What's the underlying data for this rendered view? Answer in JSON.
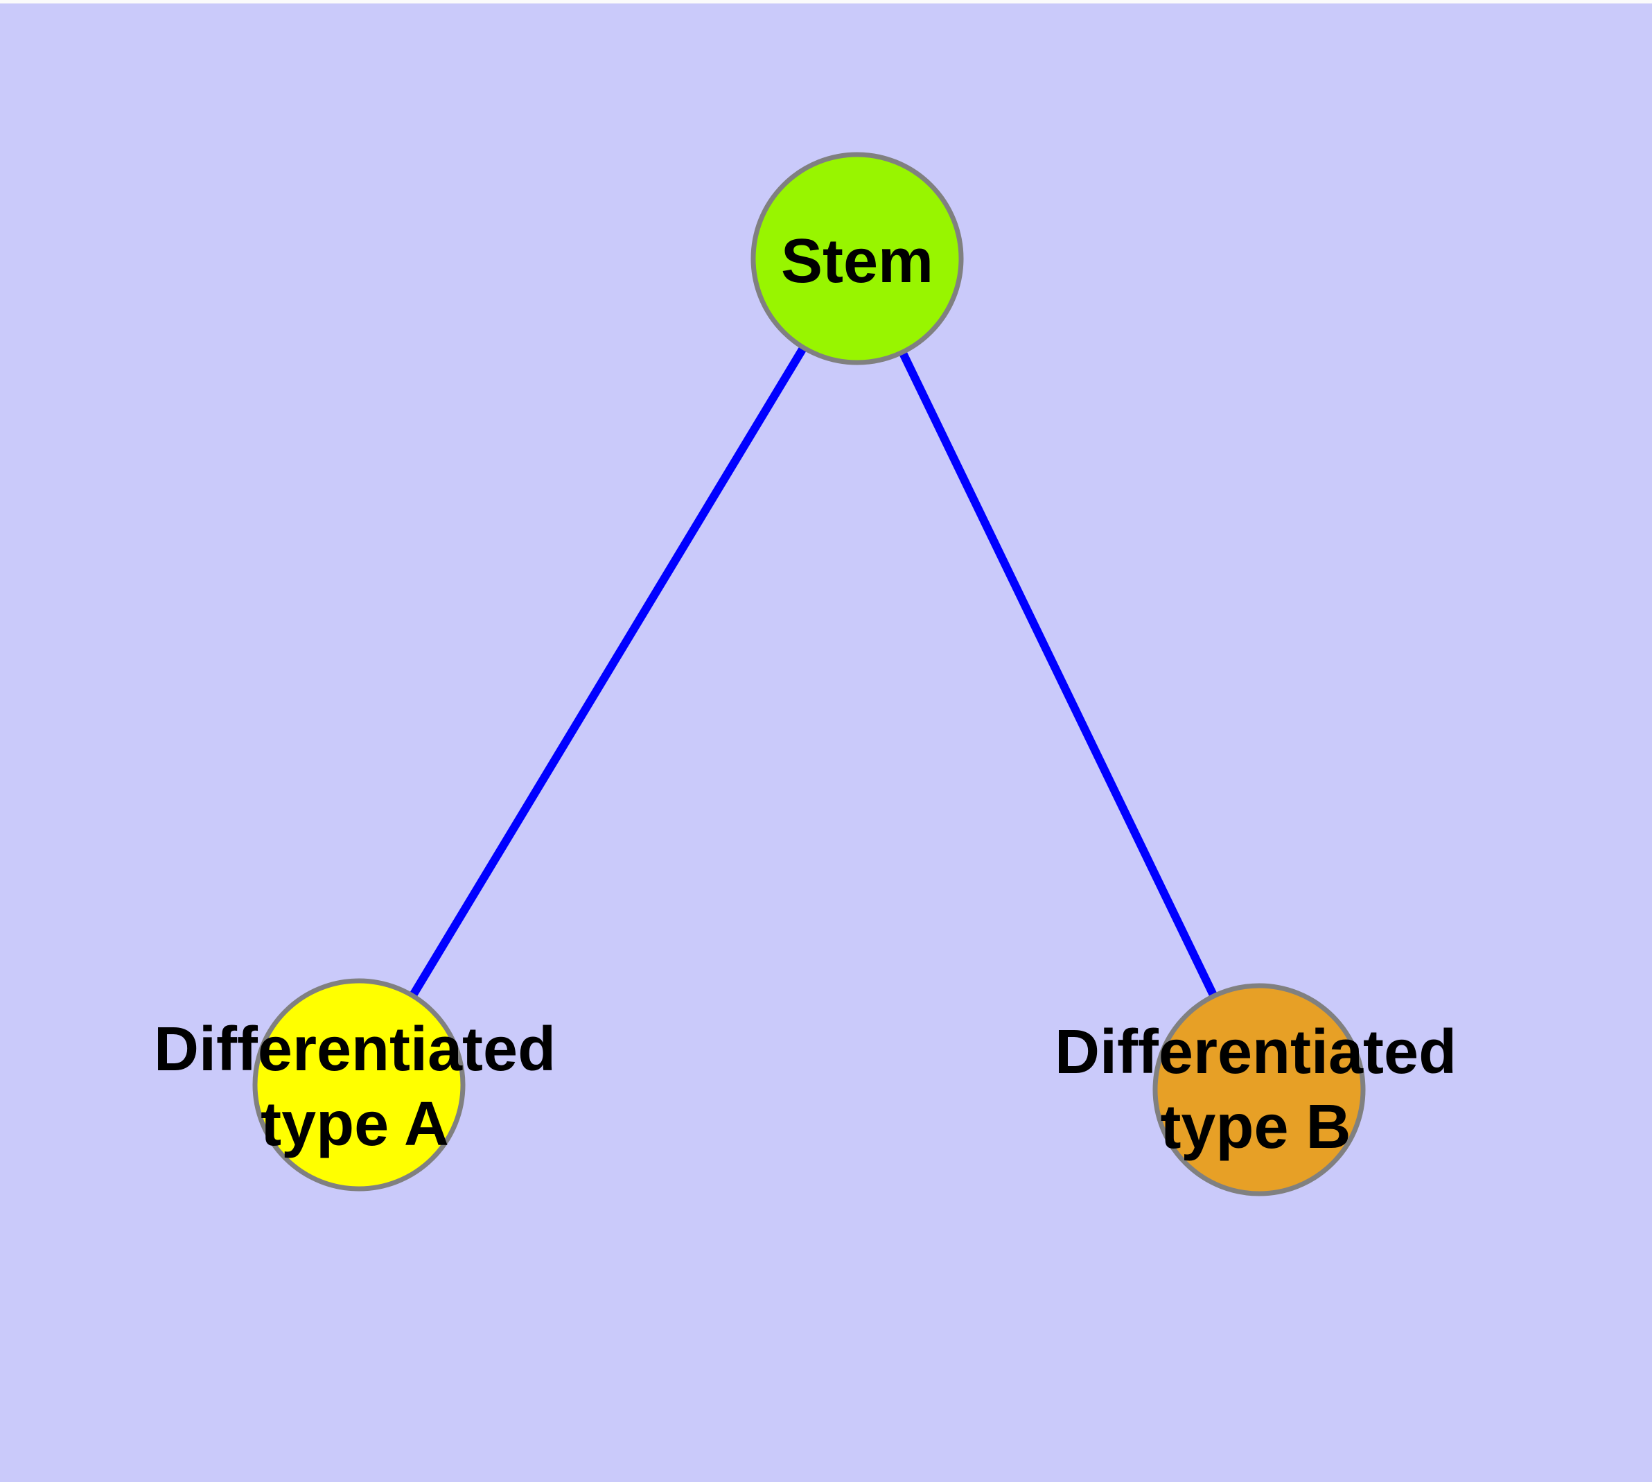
{
  "diagram": {
    "background_color": "#CACAFA",
    "edge_color": "#0000FF",
    "node_border_color": "#808080",
    "nodes": [
      {
        "id": "stem",
        "lines": [
          "Stem"
        ],
        "color": "#98F500"
      },
      {
        "id": "type-a",
        "lines": [
          "Differentiated",
          "type A"
        ],
        "color": "#FFFF00"
      },
      {
        "id": "type-b",
        "lines": [
          "Differentiated",
          "type B"
        ],
        "color": "#E7A026"
      }
    ],
    "edges": [
      {
        "from": "stem",
        "to": "type-a"
      },
      {
        "from": "stem",
        "to": "type-b"
      }
    ]
  }
}
